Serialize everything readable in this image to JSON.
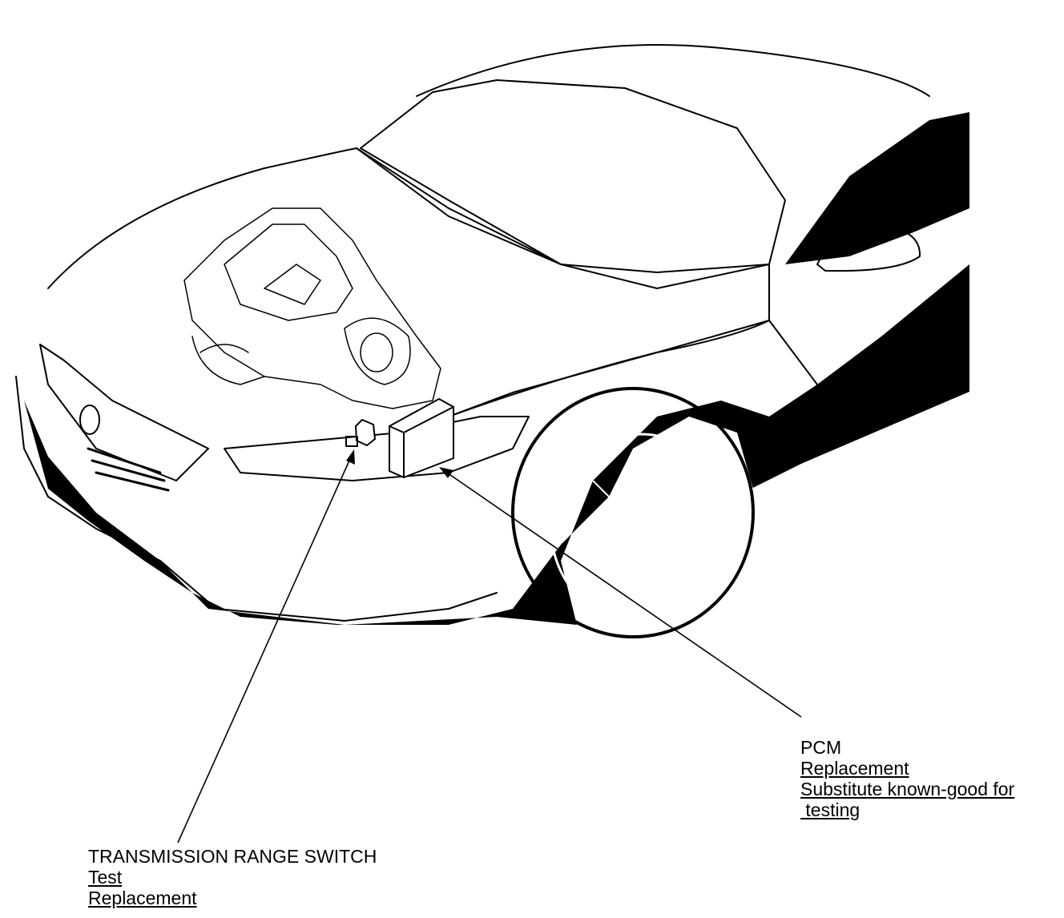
{
  "components": {
    "pcm": {
      "name": "PCM",
      "links": [
        "Replacement",
        "Substitute known-good for",
        " testing"
      ]
    },
    "transmission_range_switch": {
      "name": "TRANSMISSION RANGE SWITCH",
      "links": [
        "Test",
        "Replacement"
      ]
    }
  },
  "colors": {
    "ink": "#000000",
    "paper": "#ffffff"
  }
}
